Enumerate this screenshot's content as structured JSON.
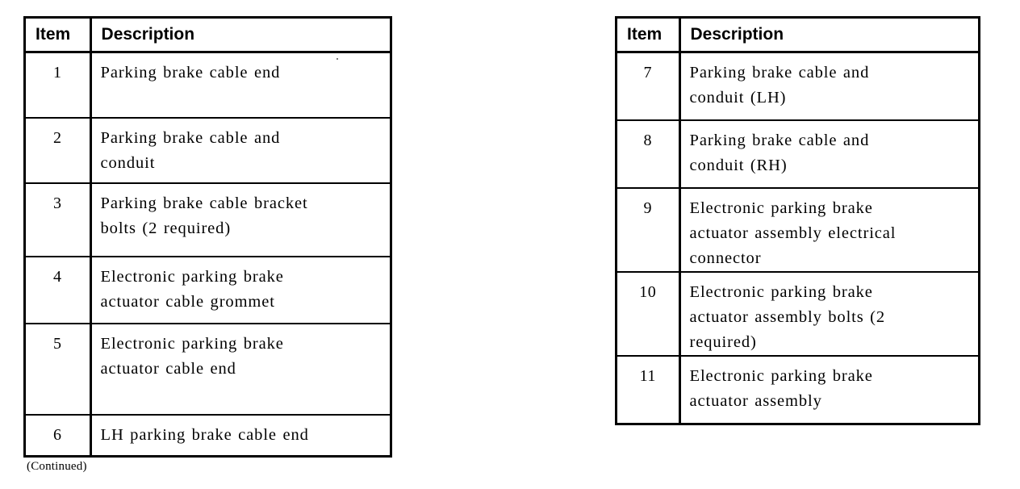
{
  "document": {
    "footnote": "(Continued)"
  },
  "tables": [
    {
      "id": "left",
      "headers": {
        "item": "Item",
        "description": "Description"
      },
      "rows": [
        {
          "item": "1",
          "lines": [
            "Parking brake cable end"
          ],
          "height_class": "rh-1"
        },
        {
          "item": "2",
          "lines": [
            "Parking brake cable and",
            "conduit"
          ],
          "height_class": "rh-2"
        },
        {
          "item": "3",
          "lines": [
            "Parking brake cable bracket",
            "bolts (2 required)"
          ],
          "height_class": "rh-3"
        },
        {
          "item": "4",
          "lines": [
            "Electronic parking brake",
            "actuator cable grommet"
          ],
          "height_class": "rh-4"
        },
        {
          "item": "5",
          "lines": [
            "Electronic parking brake",
            "actuator cable end"
          ],
          "height_class": "rh-5"
        },
        {
          "item": "6",
          "lines": [
            "LH parking brake cable end"
          ],
          "height_class": "rh-7"
        }
      ]
    },
    {
      "id": "right",
      "headers": {
        "item": "Item",
        "description": "Description"
      },
      "rows": [
        {
          "item": "7",
          "lines": [
            "Parking brake cable and",
            "conduit (LH)"
          ],
          "height_class": "rh-6"
        },
        {
          "item": "8",
          "lines": [
            "Parking brake cable and",
            "conduit (RH)"
          ],
          "height_class": "rh-6"
        },
        {
          "item": "9",
          "lines": [
            "Electronic parking brake",
            "actuator assembly electrical",
            "connector"
          ],
          "height_class": "rh-9"
        },
        {
          "item": "10",
          "lines": [
            "Electronic parking brake",
            "actuator assembly bolts (2",
            "required)"
          ],
          "height_class": "rh-9"
        },
        {
          "item": "11",
          "lines": [
            "Electronic parking brake",
            "actuator assembly"
          ],
          "height_class": "rh-6"
        }
      ]
    }
  ]
}
